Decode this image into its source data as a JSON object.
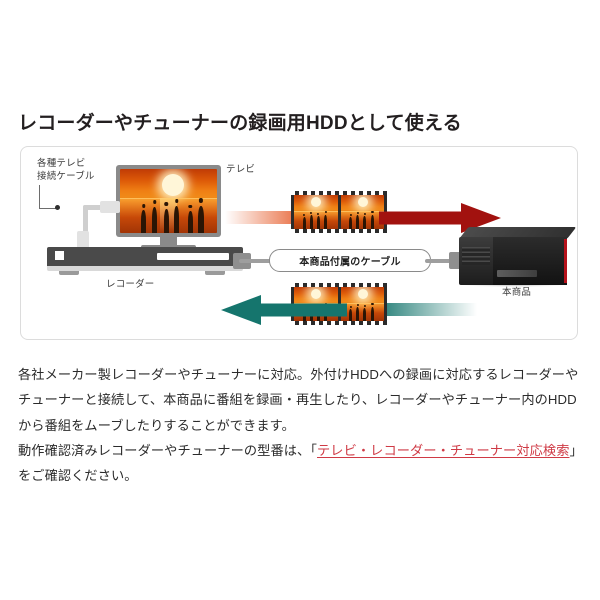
{
  "heading": "レコーダーやチューナーの録画用HDDとして使える",
  "diagram": {
    "labels": {
      "cable_tv": "各種テレビ\n接続ケーブル",
      "cable_tv_line1": "各種テレビ",
      "cable_tv_line2": "接続ケーブル",
      "tv": "テレビ",
      "recorder": "レコーダー",
      "product": "本商品",
      "included_cable": "本商品付属のケーブル"
    },
    "arrows": {
      "record_direction": "右向き赤矢印",
      "move_direction": "左向き緑矢印"
    },
    "colors": {
      "arrow_red": "#a2120f",
      "arrow_teal": "#15756d",
      "frame_border": "#dcdcdc",
      "product_accent": "#b5121b"
    }
  },
  "body": {
    "paragraph1": "各社メーカー製レコーダーやチューナーに対応。外付けHDDへの録画に対応するレコーダーやチューナーと接続して、本商品に番組を録画・再生したり、レコーダーやチューナー内のHDDから番組をムーブしたりすることができます。",
    "paragraph2_pre": "動作確認済みレコーダーやチューナーの型番は、「",
    "link_text": "テレビ・レコーダー・チューナー対応検索",
    "paragraph2_post": "」をご確認ください。",
    "link_color": "#cf3a45"
  }
}
